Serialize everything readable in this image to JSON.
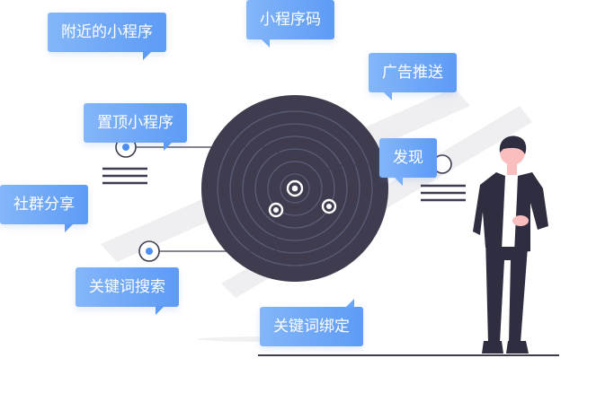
{
  "labels": {
    "nearby": "附近的小程序",
    "miniprogram_code": "小程序码",
    "ad_push": "广告推送",
    "pin_top": "置顶小程序",
    "discover": "发现",
    "social_share": "社群分享",
    "keyword_search": "关键词搜索",
    "keyword_bind": "关键词绑定"
  },
  "colors": {
    "bubble_start": "#84b6f9",
    "bubble_end": "#5d9bf6",
    "radar": "#3e3c4e",
    "ring": "#5a5d78",
    "accent_dot": "#4f8ff3",
    "figure_dark": "#2f2e41"
  }
}
